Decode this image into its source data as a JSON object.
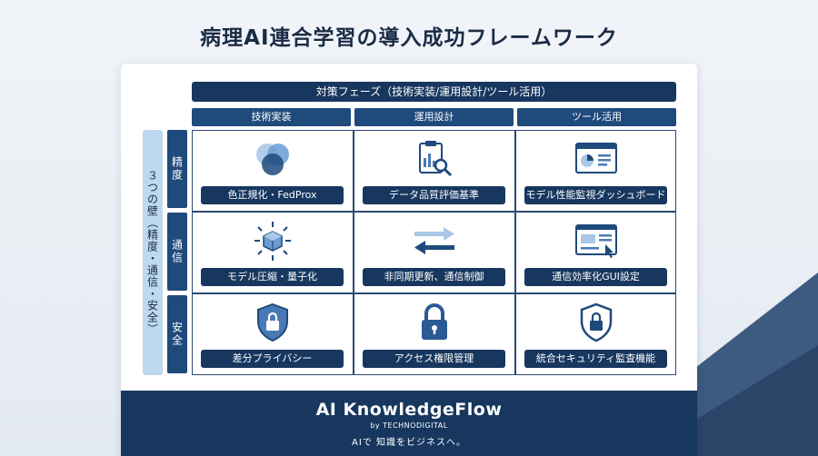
{
  "title": "病理AI連合学習の導入成功フレームワーク",
  "header": "対策フェーズ（技術実装/運用設計/ツール活用）",
  "columns": [
    "技術実装",
    "運用設計",
    "ツール活用"
  ],
  "side_label": "３つの壁（精度・通信・安全）",
  "rows": [
    {
      "label": "精度",
      "cells": [
        "色正規化・FedProx",
        "データ品質評価基準",
        "モデル性能監視ダッシュボード"
      ]
    },
    {
      "label": "通信",
      "cells": [
        "モデル圧縮・量子化",
        "非同期更新、通信制御",
        "通信効率化GUI設定"
      ]
    },
    {
      "label": "安全",
      "cells": [
        "差分プライバシー",
        "アクセス権限管理",
        "統合セキュリティ監査機能"
      ]
    }
  ],
  "footer": {
    "brand": "AI KnowledgeFlow",
    "by": "by TECHNODIGITAL",
    "tagline": "AIで 知識をビジネスへ。"
  },
  "colors": {
    "navy": "#17375f",
    "blue": "#1f4a7c",
    "light_blue": "#bdd8ef",
    "accent": "#4a7ab5"
  }
}
